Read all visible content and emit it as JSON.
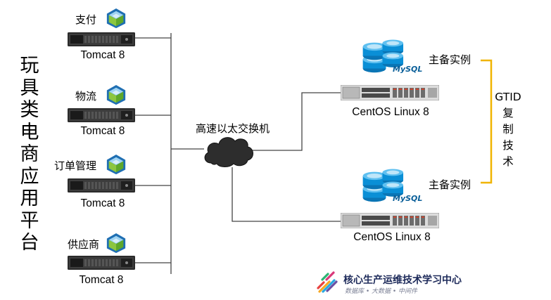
{
  "platform_title": [
    "玩",
    "具",
    "类",
    "电",
    "商",
    "应",
    "用",
    "平",
    "台"
  ],
  "app_servers": [
    {
      "name": "支付",
      "server": "Tomcat 8"
    },
    {
      "name": "物流",
      "server": "Tomcat 8"
    },
    {
      "name": "订单管理",
      "server": "Tomcat 8"
    },
    {
      "name": "供应商",
      "server": "Tomcat 8"
    }
  ],
  "switch_label": "高速以太交换机",
  "db_nodes": [
    {
      "role": "主备实例",
      "os": "CentOS Linux 8",
      "db_logo": "MySQL"
    },
    {
      "role": "主备实例",
      "os": "CentOS Linux 8",
      "db_logo": "MySQL"
    }
  ],
  "replication": {
    "label": [
      "GTID",
      "复",
      "制",
      "技",
      "术"
    ],
    "color": "#f0b400"
  },
  "brand": {
    "title": "核心生产运维技术学习中心",
    "subtitle": "数据库 • 大数据 • 中间件"
  },
  "icons": {
    "app": "cube-icon",
    "server": "rack-server-icon",
    "switch": "cloud-icon",
    "db": "database-cylinder-icon"
  },
  "colors": {
    "cube_blue": "#1f6fb3",
    "cube_green": "#8cc63f",
    "db_blue": "#0a8fd6",
    "line": "#444444"
  }
}
